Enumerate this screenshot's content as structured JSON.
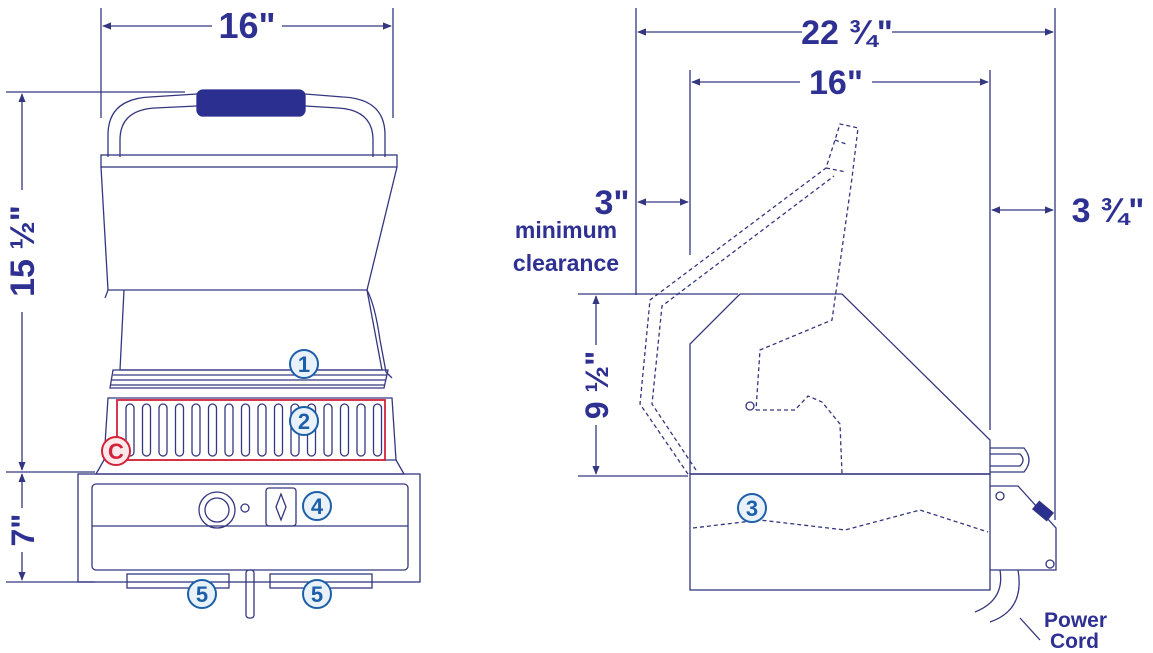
{
  "colors": {
    "line": "#34377f",
    "dim_text": "#2e3192",
    "callout": "#1c5fa8",
    "callout_fill": "#e9f1fb",
    "highlight": "#d3233b",
    "handle": "#2b2f8f"
  },
  "front_view": {
    "width_label": "16\"",
    "height_label": "15 ½\"",
    "base_height_label": "7\"",
    "callouts": [
      "1",
      "2",
      "4",
      "5",
      "5"
    ],
    "highlight_callout": "C"
  },
  "side_view": {
    "overall_width_label": "22 ¾\"",
    "body_width_label": "16\"",
    "left_clearance_label": "3\"",
    "clearance_text_line1": "minimum",
    "clearance_text_line2": "clearance",
    "right_clearance_label": "3 ¾\"",
    "hood_height_label": "9 ½\"",
    "callout": "3",
    "power_cord_line1": "Power",
    "power_cord_line2": "Cord"
  }
}
